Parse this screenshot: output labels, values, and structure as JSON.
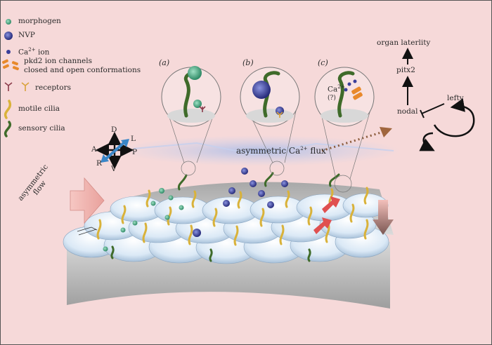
{
  "legend": {
    "morphogen": "morphogen",
    "nvp": "NVP",
    "ca_prefix": "Ca",
    "ca_sup": "2+",
    "ca_suffix": " ion",
    "pkd2_line1": "pkd2 ion channels",
    "pkd2_line2": "closed and open conformations",
    "receptors": "receptors",
    "motile_cilia": "motile cilia",
    "sensory_cilia": "sensory cilia"
  },
  "panels": {
    "a": "(a)",
    "b": "(b)",
    "c": "(c)"
  },
  "panel_c": {
    "ca": "Ca",
    "ca_sup": "2+",
    "question": "(?)"
  },
  "flux": {
    "prefix": "asymmetric Ca",
    "sup": "2+",
    "suffix": " flux"
  },
  "axes": {
    "D": "D",
    "V": "V",
    "A": "A",
    "P": "P",
    "L": "L",
    "R": "R"
  },
  "flow": {
    "line1": "asymmetric",
    "line2": "flow"
  },
  "pathway": {
    "organ": "organ laterlity",
    "pitx2": "pitx2",
    "nodal": "nodal",
    "lefty": "lefty"
  },
  "colors": {
    "background": "#f6d9d9",
    "motile_cilium": "#d9b23a",
    "sensory_cilium": "#3f6b2a",
    "morphogen": "#4fae8a",
    "nvp": "#3a3f9a",
    "channel": "#e8892b",
    "receptor": "#8b3a4a",
    "flow_arrow": "#f2b9b4",
    "flux_band": "#b9c6e6"
  }
}
